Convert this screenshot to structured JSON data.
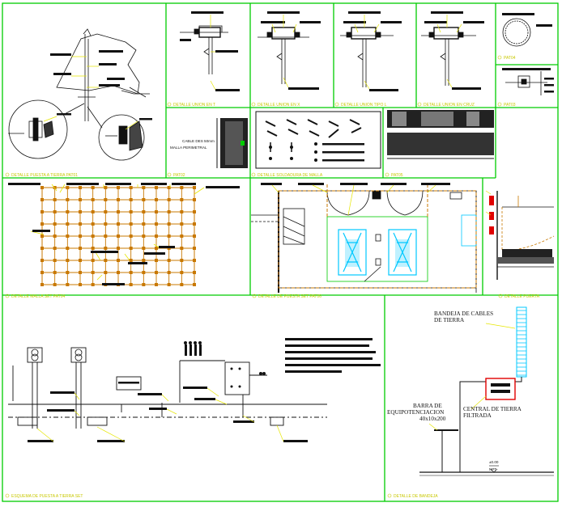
{
  "captions": {
    "c1": "DETALLE PUESTA A TIERRA PAT01",
    "c2": "DETALLE UNION EN T",
    "c3": "DETALLE UNION EN X",
    "c4": "DETALLE UNION TIPO L",
    "c5": "DETALLE UNION EN CRUZ",
    "c6": "PAT03",
    "c7": "PAT02",
    "c8": "DETALLE SOLDADURA DE MALLA",
    "c9": "PAT05",
    "c10": "DETALLE MALLA SET PAT04",
    "c11": "DETALLE DE PUESTA SET PAT06",
    "c12": "DETALLE PUERTA",
    "c13": "ESQUEMA DE PUESTA A TIERRA SET",
    "c14": "DETALLE DE BANDEJA",
    "c15": "PAT04"
  },
  "labels": {
    "cable": "CABLE DES 50mm",
    "malla": "MALLA PERIMETRAL",
    "bandeja_1": "BANDEJA DE CABLES",
    "bandeja_2": "DE TIERRA",
    "barra_1": "BARRA DE",
    "barra_2": "EQUIPOTENCIACION",
    "barra_3": "40x10x200",
    "central_1": "CENTRAL DE TIERRA",
    "central_2": "FILTRADA",
    "level": "±0.00",
    "npt": "NPT"
  },
  "colors": {
    "frame": "#00cc00",
    "caption": "#c8c800",
    "grid": "#c87800",
    "lead": "#e6e600",
    "cyan": "#00c8ff",
    "red": "#e00000",
    "line": "#111111"
  }
}
